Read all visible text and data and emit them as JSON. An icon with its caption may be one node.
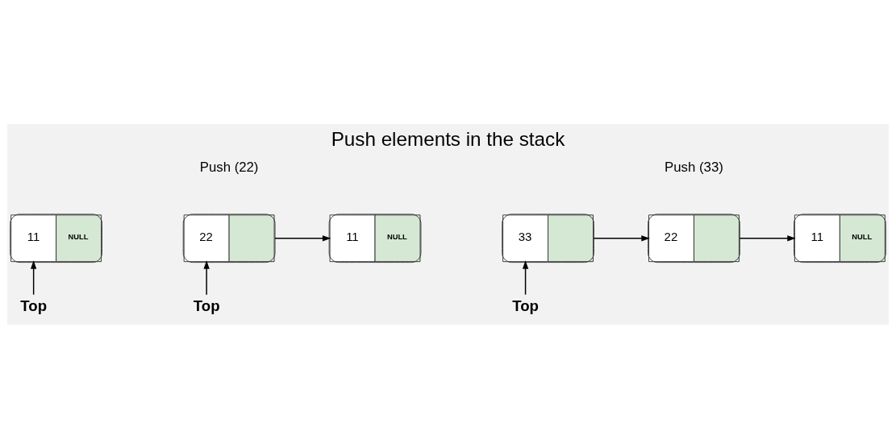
{
  "diagram": {
    "title": "Push elements in the stack",
    "nodes": [
      {
        "text": [
          "11",
          "NULL"
        ]
      },
      {
        "text": [
          "Top"
        ]
      },
      {
        "text": [
          "22"
        ]
      },
      {
        "text": [
          "11",
          "NULL"
        ]
      },
      {
        "text": [
          "Top"
        ]
      },
      {
        "text": [
          "33"
        ]
      },
      {
        "text": [
          "22"
        ]
      },
      {
        "text": [
          "11",
          "NULL"
        ]
      },
      {
        "text": [
          "Top"
        ]
      }
    ],
    "edges": [
      {
        "from": 1,
        "to": 0,
        "arrow": "to"
      },
      {
        "from": 2,
        "to": 3,
        "arrow": "to"
      },
      {
        "from": 4,
        "to": 2,
        "arrow": "to"
      },
      {
        "from": 5,
        "to": 6,
        "arrow": "to"
      },
      {
        "from": 6,
        "to": 7,
        "arrow": "to"
      },
      {
        "from": 8,
        "to": 5,
        "arrow": "to"
      }
    ],
    "labels": [
      "Push (22)",
      "Push (33)"
    ]
  }
}
